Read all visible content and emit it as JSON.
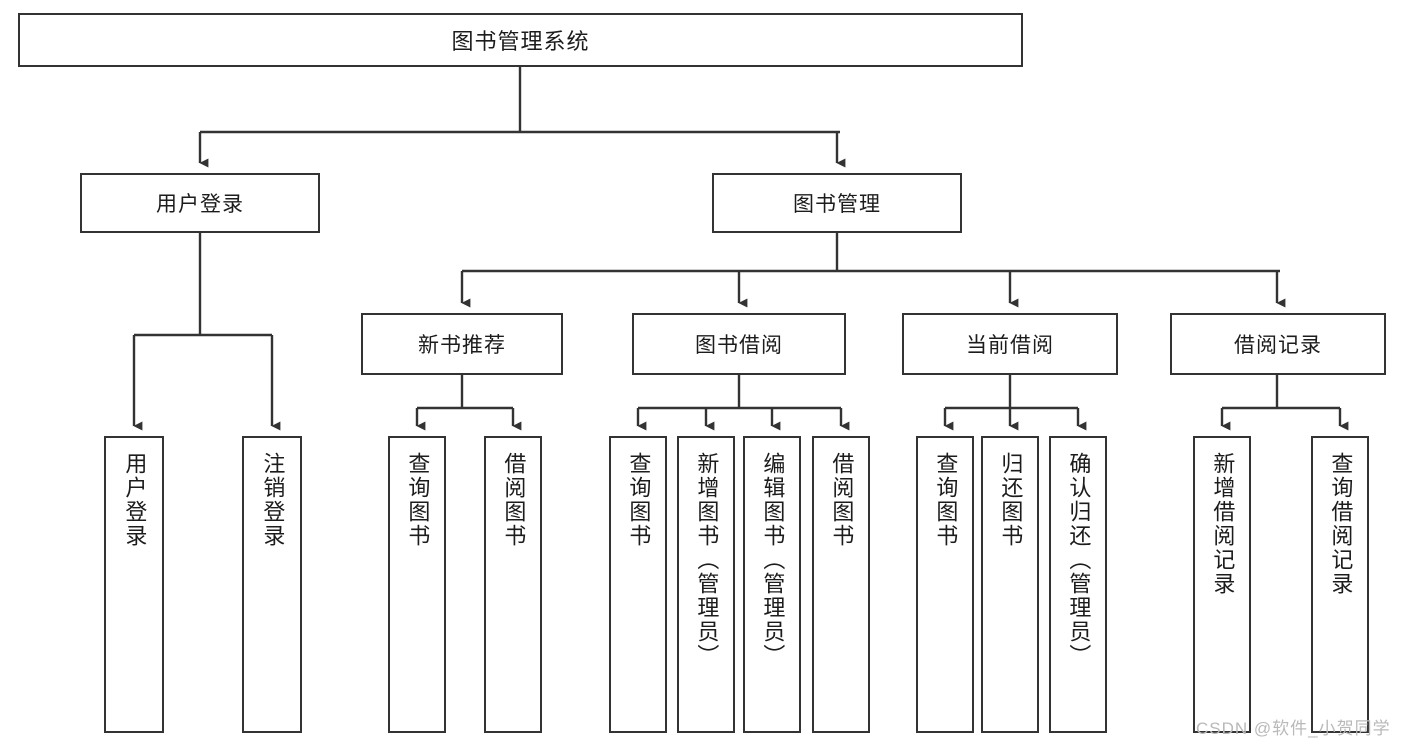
{
  "diagram": {
    "type": "tree-hierarchy",
    "title": "图书管理系统",
    "root": {
      "label": "图书管理系统"
    },
    "level1": [
      {
        "label": "用户登录"
      },
      {
        "label": "图书管理"
      }
    ],
    "level2": [
      {
        "label": "新书推荐"
      },
      {
        "label": "图书借阅"
      },
      {
        "label": "当前借阅"
      },
      {
        "label": "借阅记录"
      }
    ],
    "leaves": {
      "user_login": [
        {
          "label": "用户登录"
        },
        {
          "label": "注销登录"
        }
      ],
      "new_book_recommend": [
        {
          "label": "查询图书"
        },
        {
          "label": "借阅图书"
        }
      ],
      "book_borrow": [
        {
          "label": "查询图书"
        },
        {
          "label": "新增图书（管理员）"
        },
        {
          "label": "编辑图书（管理员）"
        },
        {
          "label": "借阅图书"
        }
      ],
      "current_borrow": [
        {
          "label": "查询图书"
        },
        {
          "label": "归还图书"
        },
        {
          "label": "确认归还（管理员）"
        }
      ],
      "borrow_record": [
        {
          "label": "新增借阅记录"
        },
        {
          "label": "查询借阅记录"
        }
      ]
    },
    "colors": {
      "border": "#333333",
      "background": "#ffffff",
      "text": "#1c1c1c",
      "watermark": "#b9b9b9"
    }
  },
  "watermark": {
    "text": "CSDN @软件_小贺同学"
  }
}
